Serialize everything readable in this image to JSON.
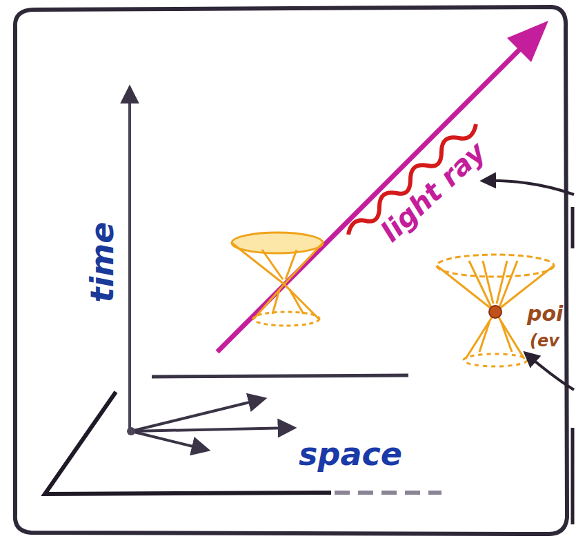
{
  "diagram": {
    "labels": [
      "time",
      "space",
      "light ray",
      "poi",
      "(ev"
    ]
  }
}
